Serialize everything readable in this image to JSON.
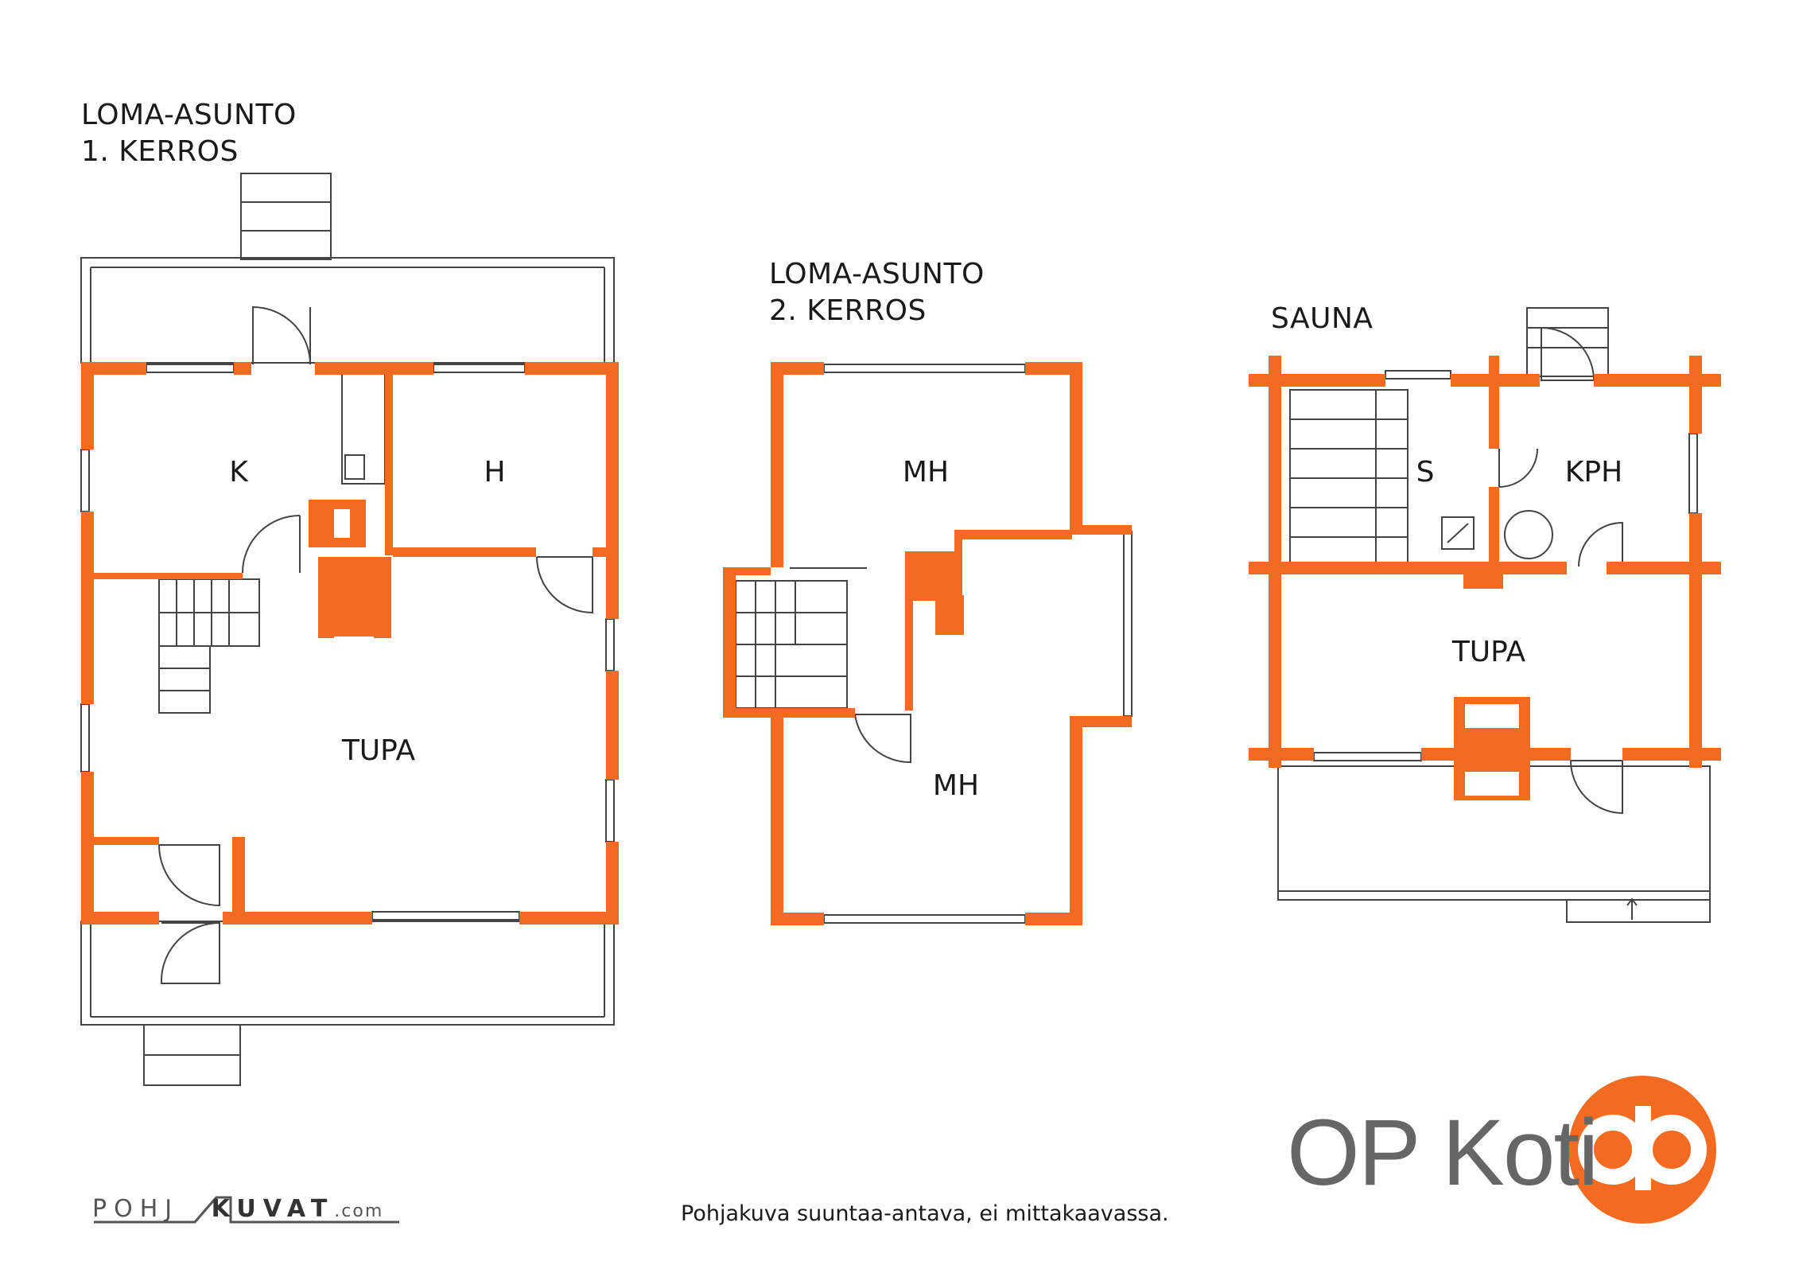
{
  "floor1": {
    "heading_line1": "LOMA-ASUNTO",
    "heading_line2": "1. KERROS",
    "rooms": {
      "kitchen": "K",
      "bedroom": "H",
      "living": "TUPA"
    }
  },
  "floor2": {
    "heading_line1": "LOMA-ASUNTO",
    "heading_line2": "2. KERROS",
    "rooms": {
      "upper": "MH",
      "lower": "MH"
    }
  },
  "sauna": {
    "heading": "SAUNA",
    "rooms": {
      "sauna_room": "S",
      "bathroom": "KPH",
      "living": "TUPA"
    }
  },
  "brand": {
    "name": "OP Koti",
    "logo_icon": "op-logo-icon",
    "color": "#f26b21"
  },
  "footer": {
    "disclaimer": "Pohjakuva suuntaa-antava, ei mittakaavassa.",
    "credit_a": "POHJ",
    "credit_b": "KUVAT",
    "credit_c": ".com"
  },
  "colors": {
    "wall": "#f26b21",
    "line": "#444444"
  }
}
